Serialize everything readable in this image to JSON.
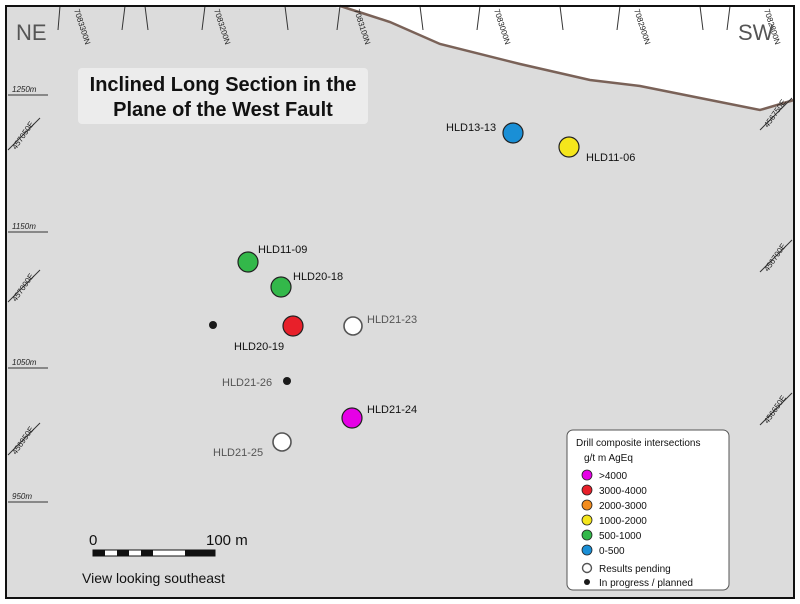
{
  "title_line1": "Inclined Long Section in the",
  "title_line2": "Plane of the West Fault",
  "corner_left": "NE",
  "corner_right": "SW",
  "northings": [
    "7083300N",
    "7083200N",
    "7083100N",
    "7083000N",
    "7082900N",
    "7082800N"
  ],
  "elevations": [
    "1250m",
    "1150m",
    "1050m",
    "950m"
  ],
  "eastings_left": [
    "457050E",
    "457000E",
    "456950E"
  ],
  "eastings_right": [
    "456750E",
    "456700E",
    "456650E"
  ],
  "scale": {
    "start": "0",
    "end": "100 m"
  },
  "view_note": "View looking southeast",
  "legend": {
    "title": "Drill composite intersections",
    "units": "g/t m AgEq",
    "classes": [
      {
        "label": ">4000",
        "color": "#e600e6"
      },
      {
        "label": "3000-4000",
        "color": "#e8202a"
      },
      {
        "label": "2000-3000",
        "color": "#f28c1e"
      },
      {
        "label": "1000-2000",
        "color": "#f5e61c"
      },
      {
        "label": "500-1000",
        "color": "#33b84a"
      },
      {
        "label": "0-500",
        "color": "#1a8fd6"
      }
    ],
    "pending_label": "Results pending",
    "planned_label": "In progress / planned"
  },
  "drill_holes": [
    {
      "name": "HLD13-13",
      "status": "0-500"
    },
    {
      "name": "HLD11-06",
      "status": "1000-2000"
    },
    {
      "name": "HLD11-09",
      "status": "500-1000"
    },
    {
      "name": "HLD20-18",
      "status": "500-1000"
    },
    {
      "name": "HLD20-19",
      "status": "3000-4000"
    },
    {
      "name": "HLD21-23",
      "status": "pending"
    },
    {
      "name": "",
      "status": "planned"
    },
    {
      "name": "HLD21-26",
      "status": "planned"
    },
    {
      "name": "HLD21-24",
      "status": ">4000"
    },
    {
      "name": "HLD21-25",
      "status": "pending"
    }
  ]
}
